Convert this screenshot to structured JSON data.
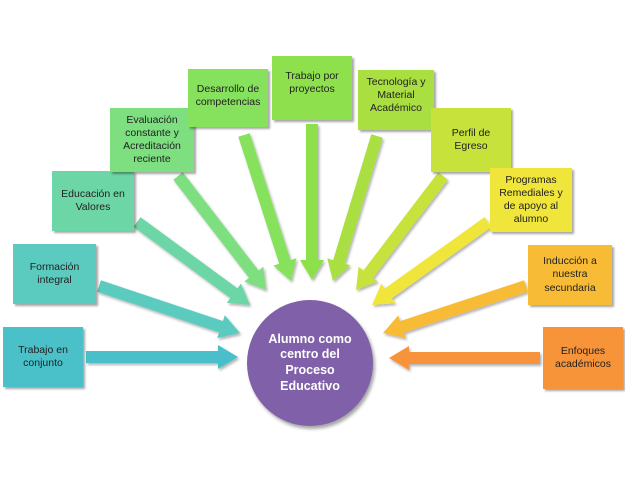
{
  "center": {
    "label": "Alumno como centro del Proceso Educativo",
    "color": "#8060a8"
  },
  "nodes": [
    {
      "id": "trabajo-en-conjunto",
      "label": "Trabajo  en conjunto",
      "color": "#4ac0c9"
    },
    {
      "id": "formacion-integral",
      "label": "Formación integral",
      "color": "#5ccbbf"
    },
    {
      "id": "educacion-en-valores",
      "label": "Educación en Valores",
      "color": "#6dd6a6"
    },
    {
      "id": "evaluacion-constante",
      "label": "Evaluación constante y Acreditación reciente",
      "color": "#7ddf80"
    },
    {
      "id": "desarrollo-de-competencias",
      "label": "Desarrollo de competencias",
      "color": "#86e15c"
    },
    {
      "id": "trabajo-por-proyectos",
      "label": "Trabajo por proyectos",
      "color": "#8ee04c"
    },
    {
      "id": "tecnologia-y-material",
      "label": "Tecnología y Material Académico",
      "color": "#a9df41"
    },
    {
      "id": "perfil-de-egreso",
      "label": "Perfil de Egreso",
      "color": "#c6e23b"
    },
    {
      "id": "programas-remediales",
      "label": "Programas Remediales y de apoyo al alumno",
      "color": "#f0e63b"
    },
    {
      "id": "induccion-a-nuestra-secundaria",
      "label": "Inducción a nuestra secundaria",
      "color": "#f7bb36"
    },
    {
      "id": "enfoques-academicos",
      "label": "Enfoques académicos",
      "color": "#f7943a"
    }
  ]
}
